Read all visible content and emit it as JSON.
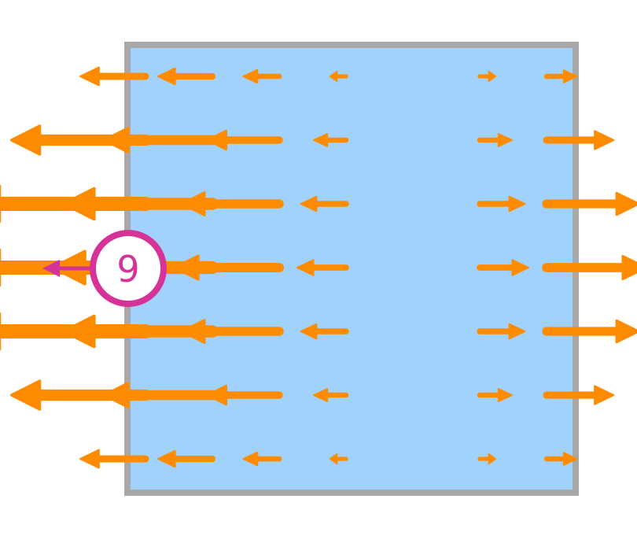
{
  "colors": {
    "background": "#ffffff",
    "region_fill": "#a0d2fb",
    "region_border": "#a8a8a8",
    "arrow": "#ff8c00",
    "callout": "#d63399"
  },
  "field": {
    "rows": 7,
    "cols": 7,
    "vectors": [
      [
        -0.36,
        -0.3,
        -0.2,
        -0.09,
        0.0,
        0.09,
        0.17
      ],
      [
        -0.74,
        -0.6,
        -0.4,
        -0.18,
        0.0,
        0.18,
        0.37
      ],
      [
        -1.0,
        -0.82,
        -0.54,
        -0.25,
        0.0,
        0.25,
        0.51
      ],
      [
        -1.0,
        -0.88,
        -0.58,
        -0.27,
        0.0,
        0.27,
        0.55
      ],
      [
        -1.0,
        -0.82,
        -0.54,
        -0.25,
        0.0,
        0.25,
        0.51
      ],
      [
        -0.74,
        -0.6,
        -0.4,
        -0.18,
        0.0,
        0.18,
        0.37
      ],
      [
        -0.36,
        -0.3,
        -0.2,
        -0.09,
        0.0,
        0.09,
        0.17
      ]
    ]
  },
  "callout": {
    "label": "9",
    "direction": "left"
  }
}
